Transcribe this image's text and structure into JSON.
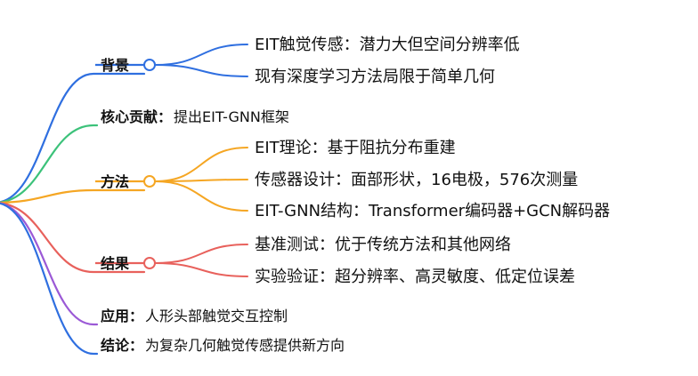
{
  "colors": {
    "blue": "#2f6fe0",
    "green": "#3cc27a",
    "orange": "#f5a623",
    "red": "#e8615c",
    "purple": "#9b59d6"
  },
  "branches": [
    {
      "id": "background",
      "label": "背景",
      "tail": "",
      "color": "#2f6fe0",
      "has_node": true,
      "leaves": [
        "EIT触觉传感：潜力大但空间分辨率低",
        "现有深度学习方法局限于简单几何"
      ]
    },
    {
      "id": "contribution",
      "label": "核心贡献：",
      "tail": "提出EIT-GNN框架",
      "color": "#3cc27a",
      "has_node": false,
      "leaves": []
    },
    {
      "id": "method",
      "label": "方法",
      "tail": "",
      "color": "#f5a623",
      "has_node": true,
      "leaves": [
        "EIT理论：基于阻抗分布重建",
        "传感器设计：面部形状，16电极，576次测量",
        "EIT-GNN结构：Transformer编码器+GCN解码器"
      ]
    },
    {
      "id": "results",
      "label": "结果",
      "tail": "",
      "color": "#e8615c",
      "has_node": true,
      "leaves": [
        "基准测试：优于传统方法和其他网络",
        "实验验证：超分辨率、高灵敏度、低定位误差"
      ]
    },
    {
      "id": "application",
      "label": "应用：",
      "tail": "人形头部触觉交互控制",
      "color": "#9b59d6",
      "has_node": false,
      "leaves": []
    },
    {
      "id": "conclusion",
      "label": "结论：",
      "tail": "为复杂几何触觉传感提供新方向",
      "color": "#2f6fe0",
      "has_node": false,
      "leaves": []
    }
  ]
}
